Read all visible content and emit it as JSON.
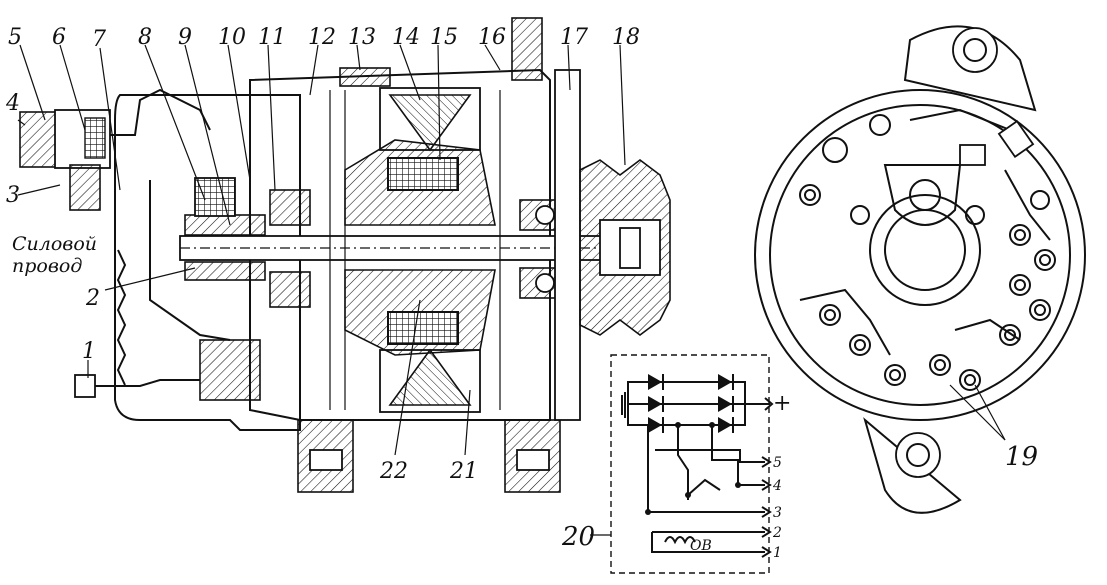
{
  "callouts": {
    "c1": "1",
    "c2": "2",
    "c3": "3",
    "c4": "4",
    "c5": "5",
    "c6": "6",
    "c7": "7",
    "c8": "8",
    "c9": "9",
    "c10": "10",
    "c11": "11",
    "c12": "12",
    "c13": "13",
    "c14": "14",
    "c15": "15",
    "c16": "16",
    "c17": "17",
    "c18": "18",
    "c19": "19",
    "c20": "20",
    "c21": "21",
    "c22": "22"
  },
  "caption": {
    "line1": "Силовой",
    "line2": "провод"
  },
  "schematic": {
    "winding_label": "ОВ",
    "plus": "+",
    "terminals": [
      "5",
      "4",
      "3",
      "2",
      "1"
    ]
  }
}
